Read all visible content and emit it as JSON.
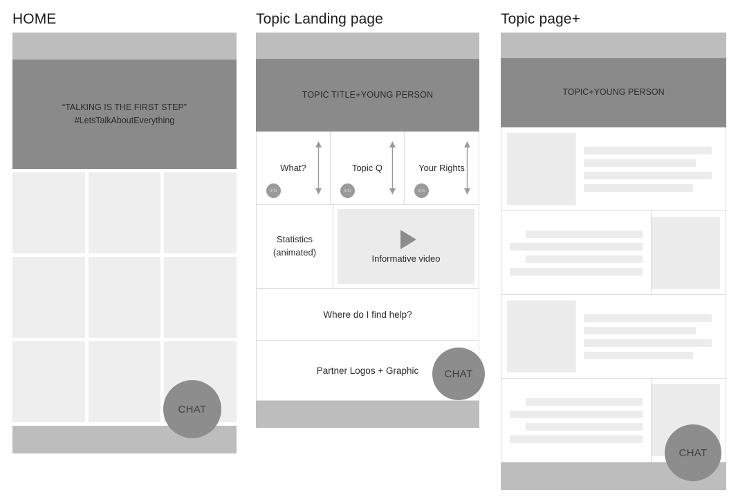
{
  "panels": {
    "home": {
      "title": "HOME",
      "hero_line1": "“TALKING IS THE FIRST STEP”",
      "hero_line2": "#LetsTalkAboutEverything",
      "grid_cards": [
        "",
        "",
        "",
        "",
        "",
        "",
        "",
        "",
        ""
      ],
      "chat_label": "CHAT"
    },
    "landing": {
      "title": "Topic Landing page",
      "hero_text": "TOPIC TITLE+YOUNG PERSON",
      "columns": [
        {
          "label": "What?",
          "badge": "info"
        },
        {
          "label": "Topic Q",
          "badge": "info"
        },
        {
          "label": "Your Rights",
          "badge": "info"
        }
      ],
      "stats_line1": "Statistics",
      "stats_line2": "(animated)",
      "video_label": "Informative video",
      "help_label": "Where do I find help?",
      "partners_label": "Partner Logos + Graphic",
      "chat_label": "CHAT"
    },
    "topicplus": {
      "title": "Topic page+",
      "hero_text": "TOPIC+YOUNG PERSON",
      "rows": [
        {
          "layout": "img-left",
          "lines": [
            96,
            84,
            96,
            82
          ]
        },
        {
          "layout": "img-right",
          "lines": [
            88,
            100,
            88,
            100
          ]
        },
        {
          "layout": "img-left",
          "lines": [
            96,
            84,
            96,
            82
          ]
        },
        {
          "layout": "img-right",
          "lines": [
            88,
            100,
            88,
            100
          ]
        }
      ],
      "chat_label": "CHAT"
    }
  },
  "colors": {
    "navbar": "#bdbdbd",
    "hero": "#8a8a8a",
    "card": "#eeeeee",
    "skeleton": "#ececec",
    "chat": "#8d8d8d",
    "border": "#dcdcdc",
    "title_text": "#1c1c1c"
  }
}
